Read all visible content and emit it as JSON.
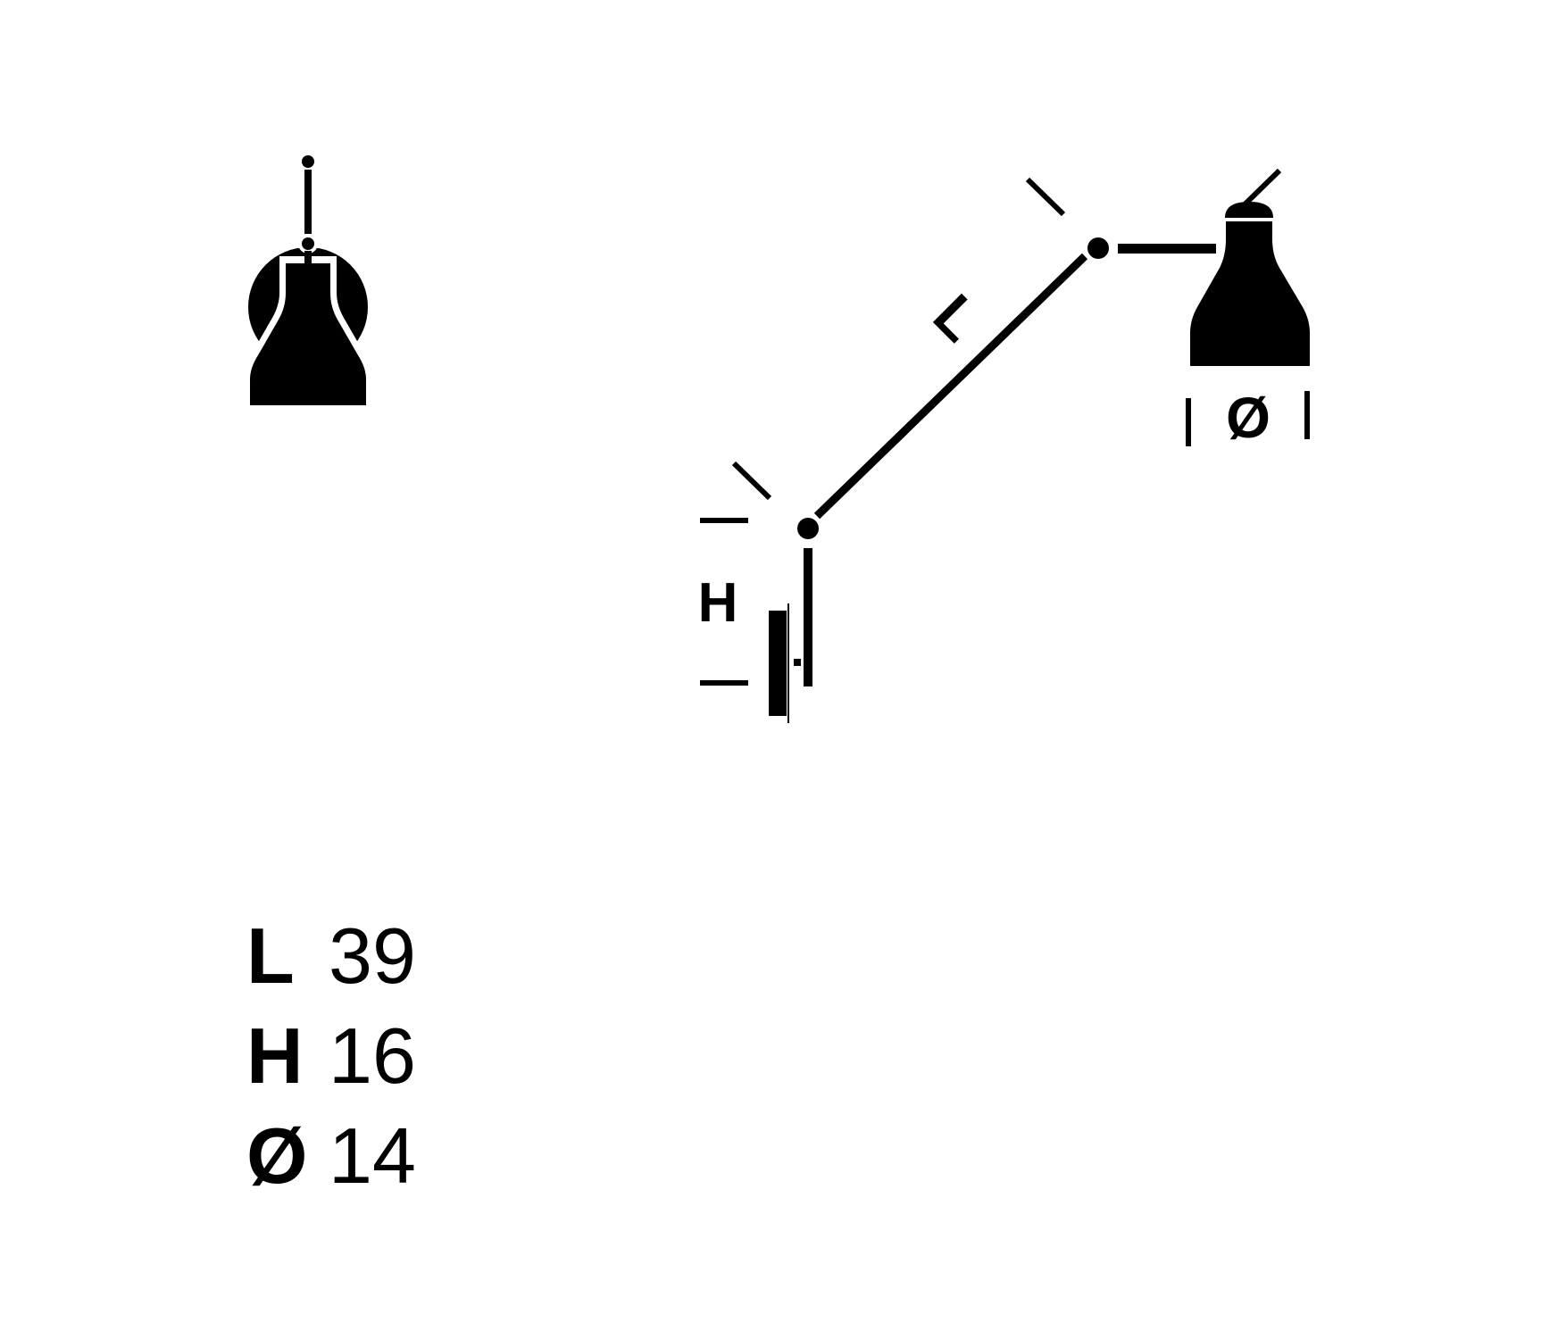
{
  "diagram": {
    "labels": {
      "length": "L",
      "height": "H",
      "diameter": "Ø"
    },
    "colors": {
      "ink": "#000000",
      "background": "#ffffff"
    }
  },
  "specs": [
    {
      "key": "L",
      "value": "39"
    },
    {
      "key": "H",
      "value": "16"
    },
    {
      "key": "Ø",
      "value": "14"
    }
  ]
}
